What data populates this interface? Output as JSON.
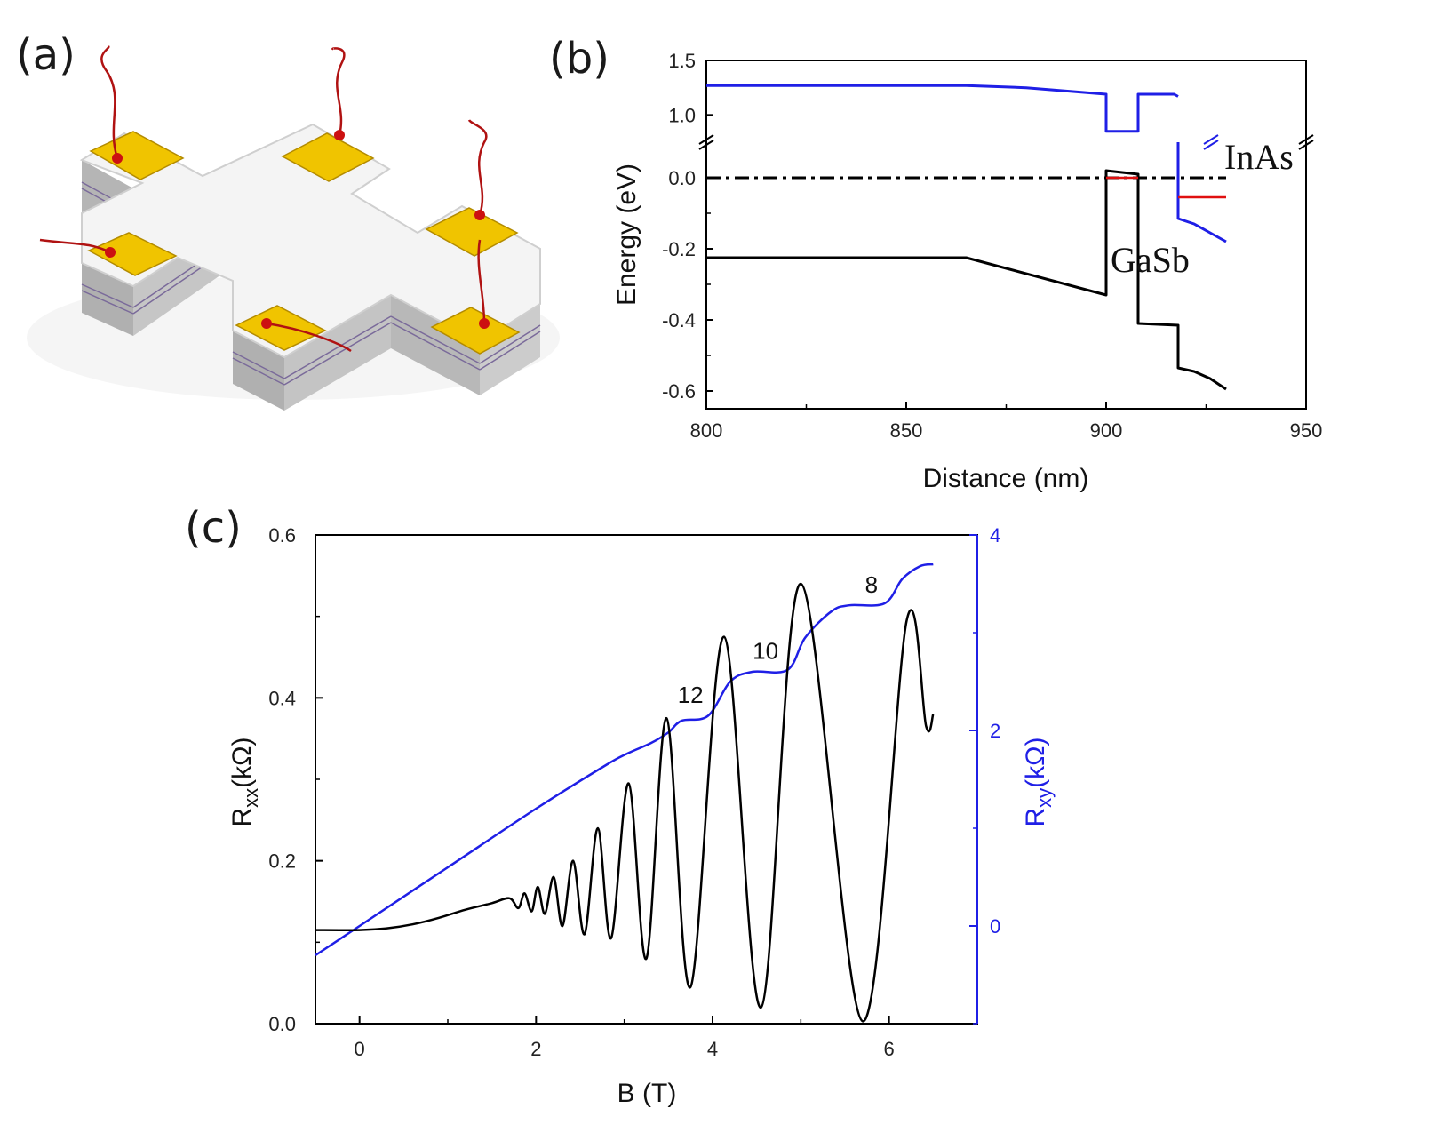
{
  "panel_labels": {
    "a": "(a)",
    "b": "(b)",
    "c": "(c)"
  },
  "colors": {
    "blue": "#1f1fe6",
    "black": "#000000",
    "red": "#e01010",
    "gold": "#e6b800",
    "wire": "#b01212"
  },
  "chart_data": [
    {
      "type": "line",
      "panel": "(b)",
      "xlabel": "Distance (nm)",
      "ylabel": "Energy (eV)",
      "xlim": [
        800,
        950
      ],
      "xticks": [
        "800",
        "850",
        "900",
        "950"
      ],
      "ylim_upper": [
        0.75,
        1.5
      ],
      "yticks_upper": [
        "1.0",
        "1.5"
      ],
      "ylim_lower": [
        -0.65,
        0.1
      ],
      "yticks_lower": [
        "0.0",
        "-0.2",
        "-0.4",
        "-0.6"
      ],
      "axis_break": true,
      "annotations": [
        "InAs",
        "GaSb"
      ],
      "series": [
        {
          "color": "#1f1fe6",
          "segment": "upper",
          "x": [
            800,
            865,
            880,
            900,
            900,
            908,
            908,
            917,
            918
          ],
          "y": [
            1.27,
            1.27,
            1.25,
            1.19,
            0.85,
            0.85,
            1.19,
            1.19,
            1.17
          ]
        },
        {
          "color": "#1f1fe6",
          "segment": "lower",
          "x": [
            918,
            918,
            922,
            926,
            930
          ],
          "y": [
            0.1,
            -0.115,
            -0.13,
            -0.155,
            -0.18
          ]
        },
        {
          "color": "#000000",
          "segment": "lower",
          "x": [
            800,
            865,
            900,
            900,
            908,
            908,
            918,
            918,
            922,
            926,
            930
          ],
          "y": [
            -0.225,
            -0.225,
            -0.33,
            0.02,
            0.01,
            -0.41,
            -0.415,
            -0.535,
            -0.545,
            -0.565,
            -0.595
          ]
        },
        {
          "color": "#000000",
          "segment": "lower",
          "style": "dashdot",
          "x": [
            800,
            930
          ],
          "y": [
            0,
            0
          ]
        },
        {
          "color": "#e01010",
          "segment": "lower",
          "x": [
            900,
            908
          ],
          "y": [
            0,
            0
          ]
        },
        {
          "color": "#e01010",
          "segment": "lower",
          "x": [
            918,
            930
          ],
          "y": [
            -0.055,
            -0.055
          ]
        }
      ]
    },
    {
      "type": "line",
      "panel": "(c)",
      "xlabel": "B (T)",
      "ylabel_left": {
        "main": "R",
        "sub": "xx",
        "unit": "(kΩ)"
      },
      "ylabel_right": {
        "main": "R",
        "sub": "xy",
        "unit": "(kΩ)"
      },
      "xlim": [
        -0.5,
        7.0
      ],
      "xticks": [
        "0",
        "2",
        "4",
        "6"
      ],
      "ylim_left": [
        0.0,
        0.6
      ],
      "yticks_left": [
        "0.0",
        "0.2",
        "0.4",
        "0.6"
      ],
      "ylim_right": [
        -1.0,
        4.0
      ],
      "yticks_right": [
        "0",
        "2",
        "4"
      ],
      "plateau_labels": [
        {
          "text": "12",
          "x": 3.75,
          "y": 2.28
        },
        {
          "text": "10",
          "x": 4.6,
          "y": 2.73
        },
        {
          "text": "8",
          "x": 5.8,
          "y": 3.41
        }
      ],
      "series": [
        {
          "axis": "right",
          "color": "#1f1fe6",
          "x": [
            -0.5,
            0.0,
            1.0,
            2.0,
            2.8,
            3.05,
            3.3,
            3.5,
            3.65,
            3.95,
            4.2,
            4.45,
            4.85,
            5.05,
            5.35,
            5.55,
            5.95,
            6.15,
            6.35,
            6.5
          ],
          "y": [
            -0.3,
            0.0,
            0.6,
            1.2,
            1.65,
            1.77,
            1.87,
            1.98,
            2.1,
            2.15,
            2.5,
            2.6,
            2.62,
            2.95,
            3.22,
            3.28,
            3.3,
            3.55,
            3.68,
            3.7
          ]
        },
        {
          "axis": "left",
          "color": "#000000",
          "x": [
            -0.5,
            0.0,
            0.3,
            0.6,
            0.9,
            1.2,
            1.5,
            1.7,
            1.8,
            1.87,
            1.95,
            2.02,
            2.1,
            2.2,
            2.3,
            2.42,
            2.55,
            2.7,
            2.85,
            3.05,
            3.25,
            3.48,
            3.75,
            4.13,
            4.55,
            5.0,
            5.7,
            6.2,
            6.42,
            6.5
          ],
          "y": [
            0.115,
            0.115,
            0.117,
            0.122,
            0.13,
            0.14,
            0.148,
            0.154,
            0.142,
            0.16,
            0.138,
            0.168,
            0.135,
            0.18,
            0.12,
            0.2,
            0.11,
            0.24,
            0.105,
            0.295,
            0.08,
            0.375,
            0.045,
            0.475,
            0.02,
            0.54,
            0.003,
            0.495,
            0.365,
            0.38
          ]
        }
      ]
    }
  ]
}
